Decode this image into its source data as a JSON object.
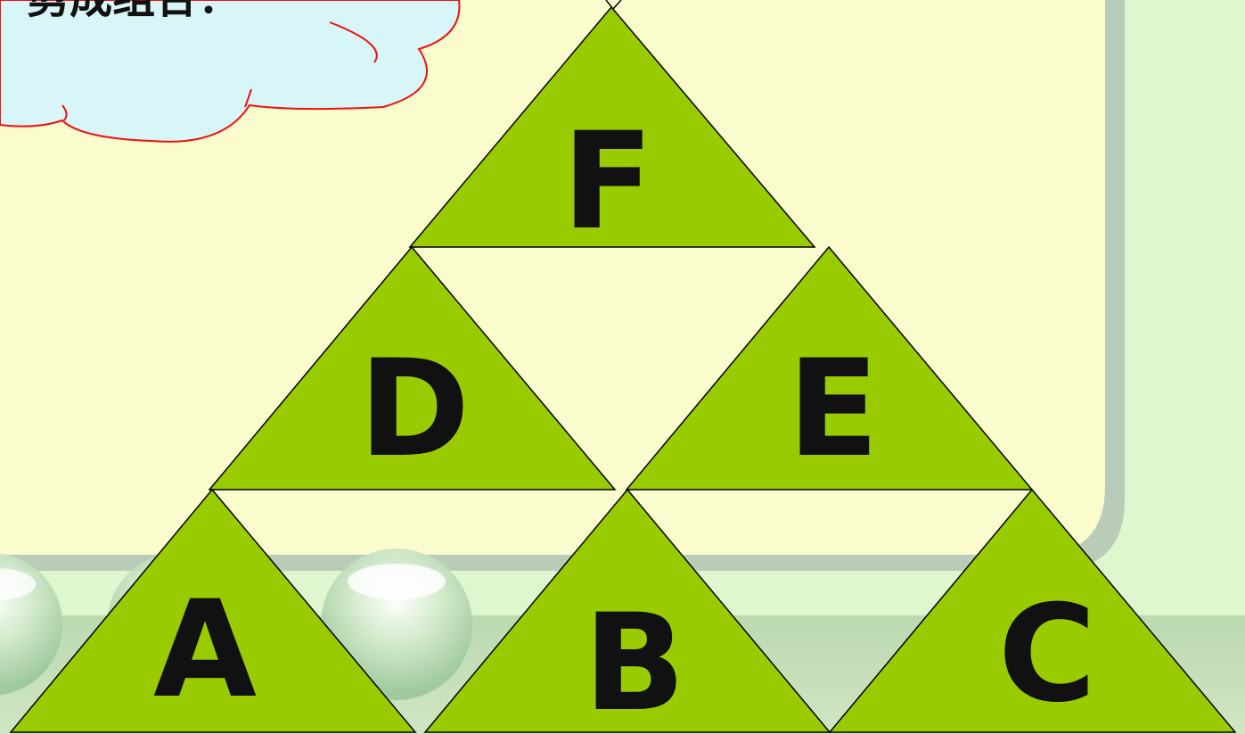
{
  "cloud": {
    "text": "剪成组合："
  },
  "triangles": {
    "F": "F",
    "D": "D",
    "E": "E",
    "A": "A",
    "B": "B",
    "C": "C"
  },
  "colors": {
    "background": "#dff7cf",
    "panel": "#fbfcce",
    "panel_shadow": "#b9ccb7",
    "triangle_fill": "#99cc00",
    "cloud_fill": "#d8f6f7",
    "cloud_stroke": "#ee1111"
  }
}
